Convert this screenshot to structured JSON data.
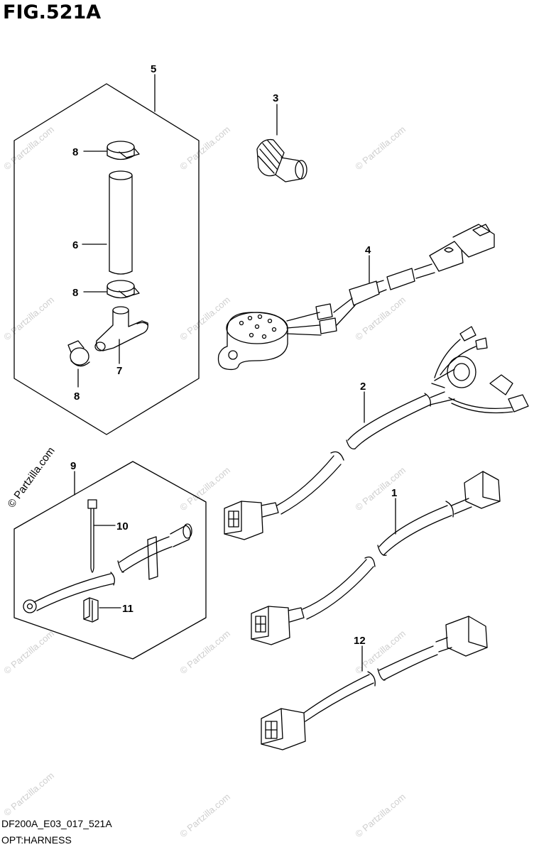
{
  "figure": {
    "title": "FIG.521A",
    "code": "DF200A_E03_017_521A",
    "name": "OPT:HARNESS"
  },
  "watermark": {
    "text": "© Partzilla.com"
  },
  "callouts": {
    "c1": "1",
    "c2": "2",
    "c3": "3",
    "c4": "4",
    "c5": "5",
    "c6": "6",
    "c7": "7",
    "c8a": "8",
    "c8b": "8",
    "c8c": "8",
    "c9": "9",
    "c10": "10",
    "c11": "11",
    "c12": "12"
  },
  "colors": {
    "line": "#000000",
    "watermark": "#cfcfcf"
  }
}
